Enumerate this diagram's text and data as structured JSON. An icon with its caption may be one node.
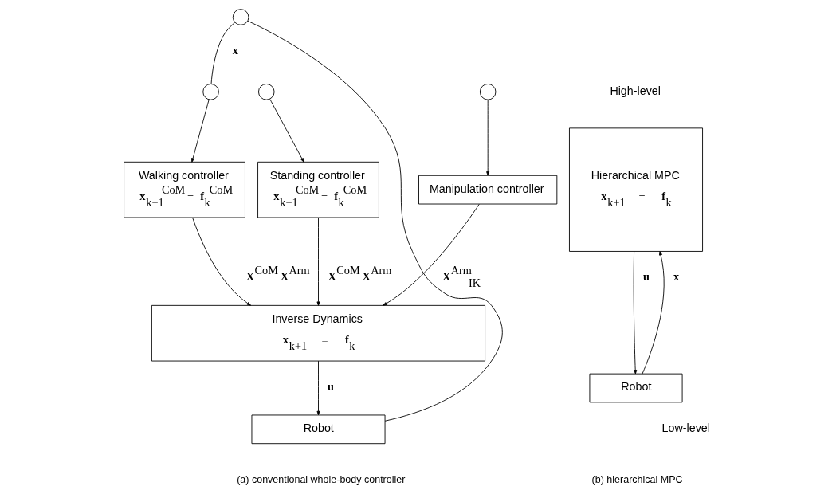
{
  "diagram": {
    "nodes": [
      {
        "text": [],
        "shape": "circle"
      },
      {
        "text": [],
        "shape": "circle"
      },
      {
        "text": [],
        "shape": "circle"
      },
      {
        "text": [],
        "shape": "circle"
      },
      {
        "text": [
          "Walking controller",
          "**x**$_{k+1}$$^{CoM}$ = **f**$_{k}$$^{CoM}$"
        ]
      },
      {
        "text": [
          "Standing controller",
          "**x**$_{k+1}$$^{CoM}$ = **f**$_{k}$$^{CoM}$"
        ]
      },
      {
        "text": [
          "Manipulation controller"
        ]
      },
      {
        "text": [
          "Inverse Dynamics",
          "**x**$_{k+1}$ = **f**$_{k}$"
        ]
      },
      {
        "text": [
          "Robot"
        ]
      },
      {
        "text": [
          "Hierarchical MPC",
          "**x**$_{k+1}$ = **f**$_{k}$"
        ]
      },
      {
        "text": [
          "Robot"
        ]
      }
    ],
    "edges": [
      {
        "from": 0,
        "to": 1,
        "arrow": "none",
        "label": "**x**"
      },
      {
        "from": 1,
        "to": 4,
        "arrow": "to"
      },
      {
        "from": 2,
        "to": 5,
        "arrow": "to"
      },
      {
        "from": 3,
        "to": 6,
        "arrow": "to"
      },
      {
        "from": 4,
        "to": 7,
        "arrow": "to",
        "label": "**X**$^{CoM}$ **X**$^{Arm}$"
      },
      {
        "from": 5,
        "to": 7,
        "arrow": "to",
        "label": "**X**$^{CoM}$ **X**$^{Arm}$"
      },
      {
        "from": 6,
        "to": 7,
        "arrow": "to",
        "label": "**X**$^{Arm}$$_{IK}$"
      },
      {
        "from": 7,
        "to": 8,
        "arrow": "to",
        "label": "**u**"
      },
      {
        "from": 8,
        "to": 0,
        "arrow": "none"
      },
      {
        "from": 10,
        "to": 9,
        "arrow": "to",
        "label": "**x**"
      },
      {
        "from": 9,
        "to": 10,
        "arrow": "to",
        "label": "**u**"
      }
    ],
    "labels": [
      "High-level",
      "Low-level",
      "(a) conventional whole-body controller",
      "(b) hierarchical MPC"
    ]
  }
}
